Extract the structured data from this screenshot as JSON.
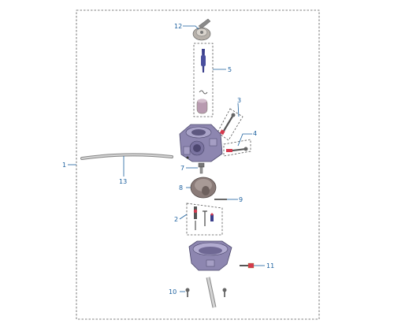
{
  "colors": {
    "callout": "#1a5f9e",
    "body": "#8d86b0",
    "cap": "#8a7b78",
    "needle": "#3b3f8c",
    "accent_red": "#d43a4e",
    "frame": "#555555"
  },
  "callouts": {
    "c1": "1",
    "c2": "2",
    "c3": "3",
    "c4": "4",
    "c5": "5",
    "c7": "7",
    "c8": "8",
    "c9": "9",
    "c10": "10",
    "c11": "11",
    "c12": "12",
    "c13": "13"
  }
}
